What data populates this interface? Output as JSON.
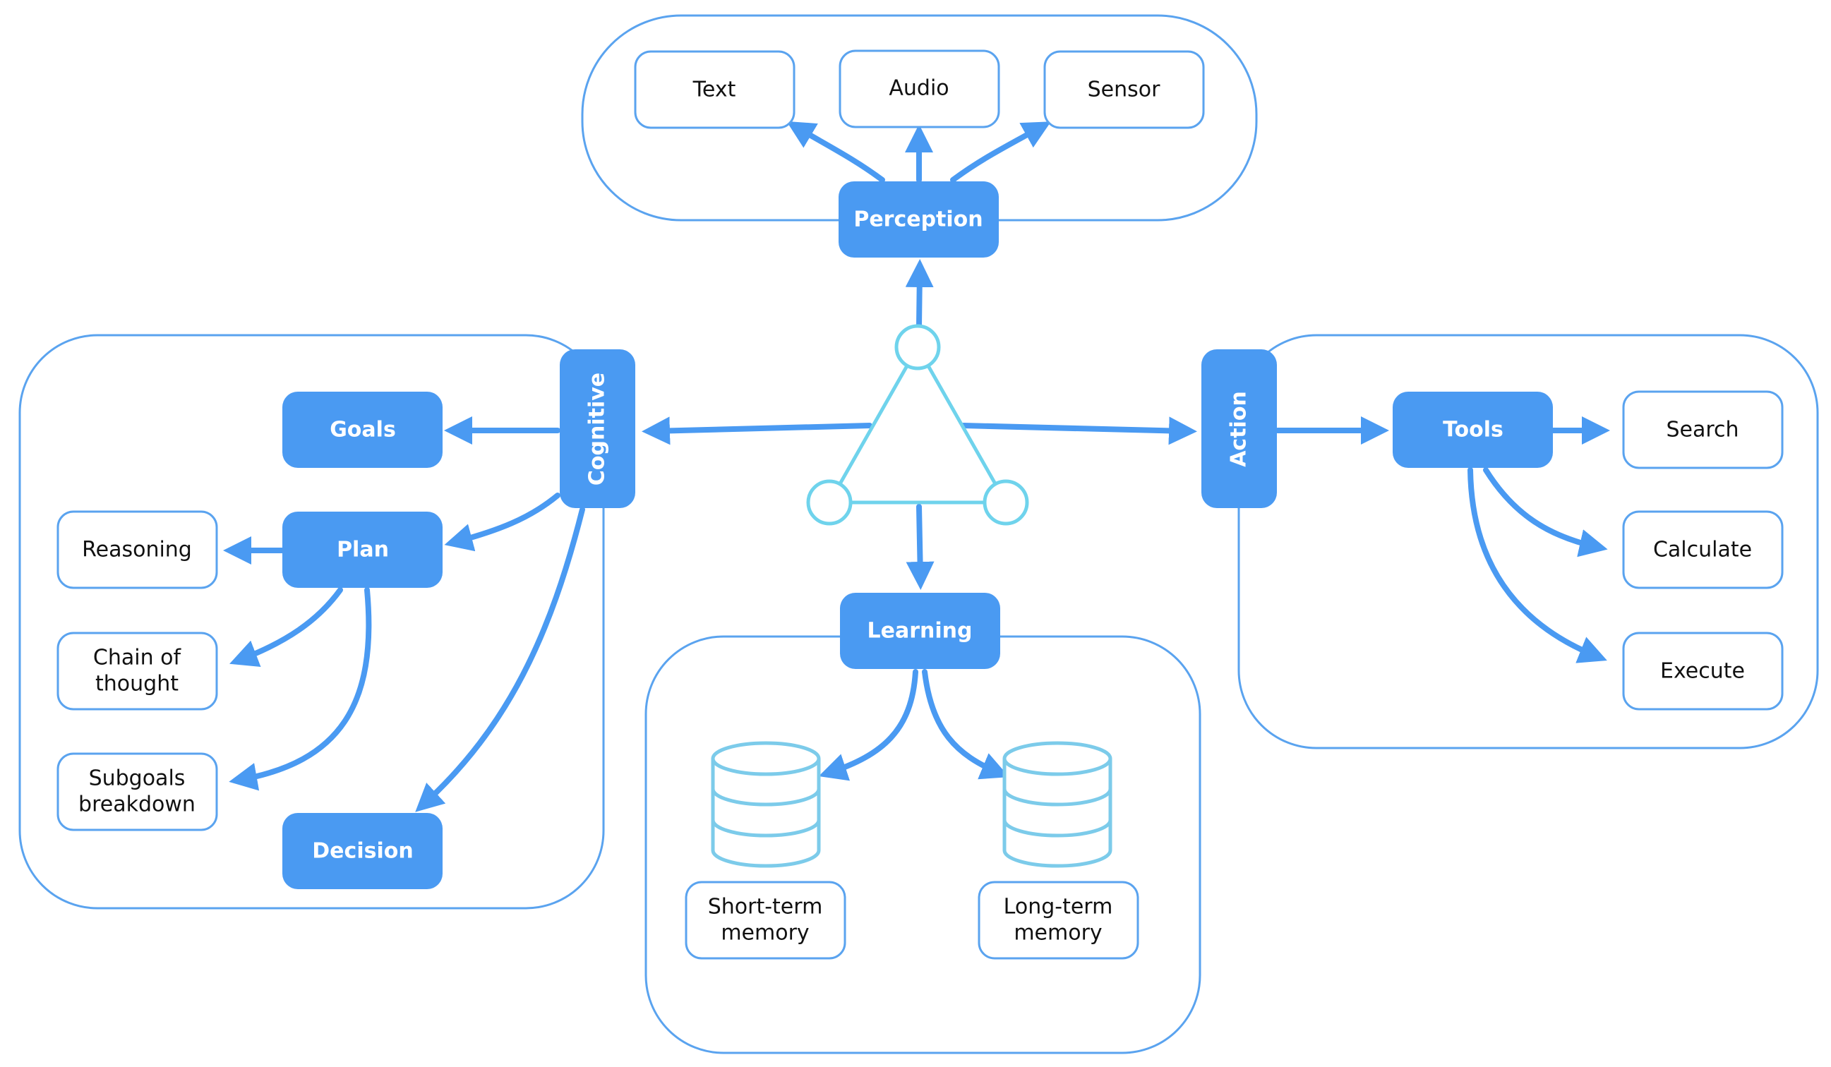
{
  "colors": {
    "primary": "#4a9af2",
    "group_stroke": "#5aa3ef",
    "outline_stroke": "#5aa3ef",
    "hub": "#6fd3ec",
    "memory": "#7ccbea"
  },
  "perception": {
    "label": "Perception",
    "inputs": {
      "text": "Text",
      "audio": "Audio",
      "sensor": "Sensor"
    }
  },
  "cognitive": {
    "label": "Cognitive",
    "goals": "Goals",
    "plan": "Plan",
    "decision": "Decision",
    "reasoning": "Reasoning",
    "chain_of_thought": [
      "Chain of",
      "thought"
    ],
    "subgoals_breakdown": [
      "Subgoals",
      "breakdown"
    ]
  },
  "action": {
    "label": "Action",
    "tools": "Tools",
    "search": "Search",
    "calculate": "Calculate",
    "execute": "Execute"
  },
  "learning": {
    "label": "Learning",
    "short_term_memory": [
      "Short-term",
      "memory"
    ],
    "long_term_memory": [
      "Long-term",
      "memory"
    ]
  }
}
